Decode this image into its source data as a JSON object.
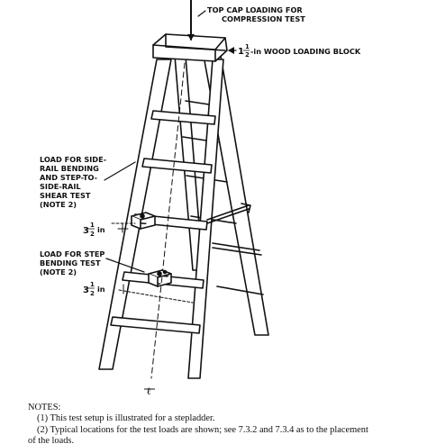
{
  "labels": {
    "top_cap_line1": "TOP CAP LOADING FOR",
    "top_cap_line2": "COMPRESSION TEST",
    "block_num": "1",
    "block_frac_num": "1",
    "block_frac_den": "2",
    "block_text": "-in WOOD LOADING BLOCK",
    "side_rail_lines": [
      "LOAD FOR SIDE-",
      "RAIL BENDING",
      "AND STEP-TO-",
      "SIDE-RAIL",
      "SHEAR TEST",
      "(NOTE 2)"
    ],
    "step_bend_lines": [
      "LOAD FOR STEP",
      "BENDING TEST",
      "(NOTE 2)"
    ],
    "dim_upper_whole": "3",
    "dim_upper_num": "1",
    "dim_upper_den": "2",
    "dim_upper_unit": "in",
    "dim_lower_whole": "3",
    "dim_lower_num": "1",
    "dim_lower_den": "2",
    "dim_lower_unit": "in",
    "centerline": "ℓ"
  },
  "notes": {
    "heading": "NOTES:",
    "note1": "(1) This test setup is illustrated for a stepladder.",
    "note2_line1": "(2) Typical locations for the test loads are shown; see 7.3.2 and 7.3.4 as to the placement",
    "note2_line2": "of the loads."
  }
}
